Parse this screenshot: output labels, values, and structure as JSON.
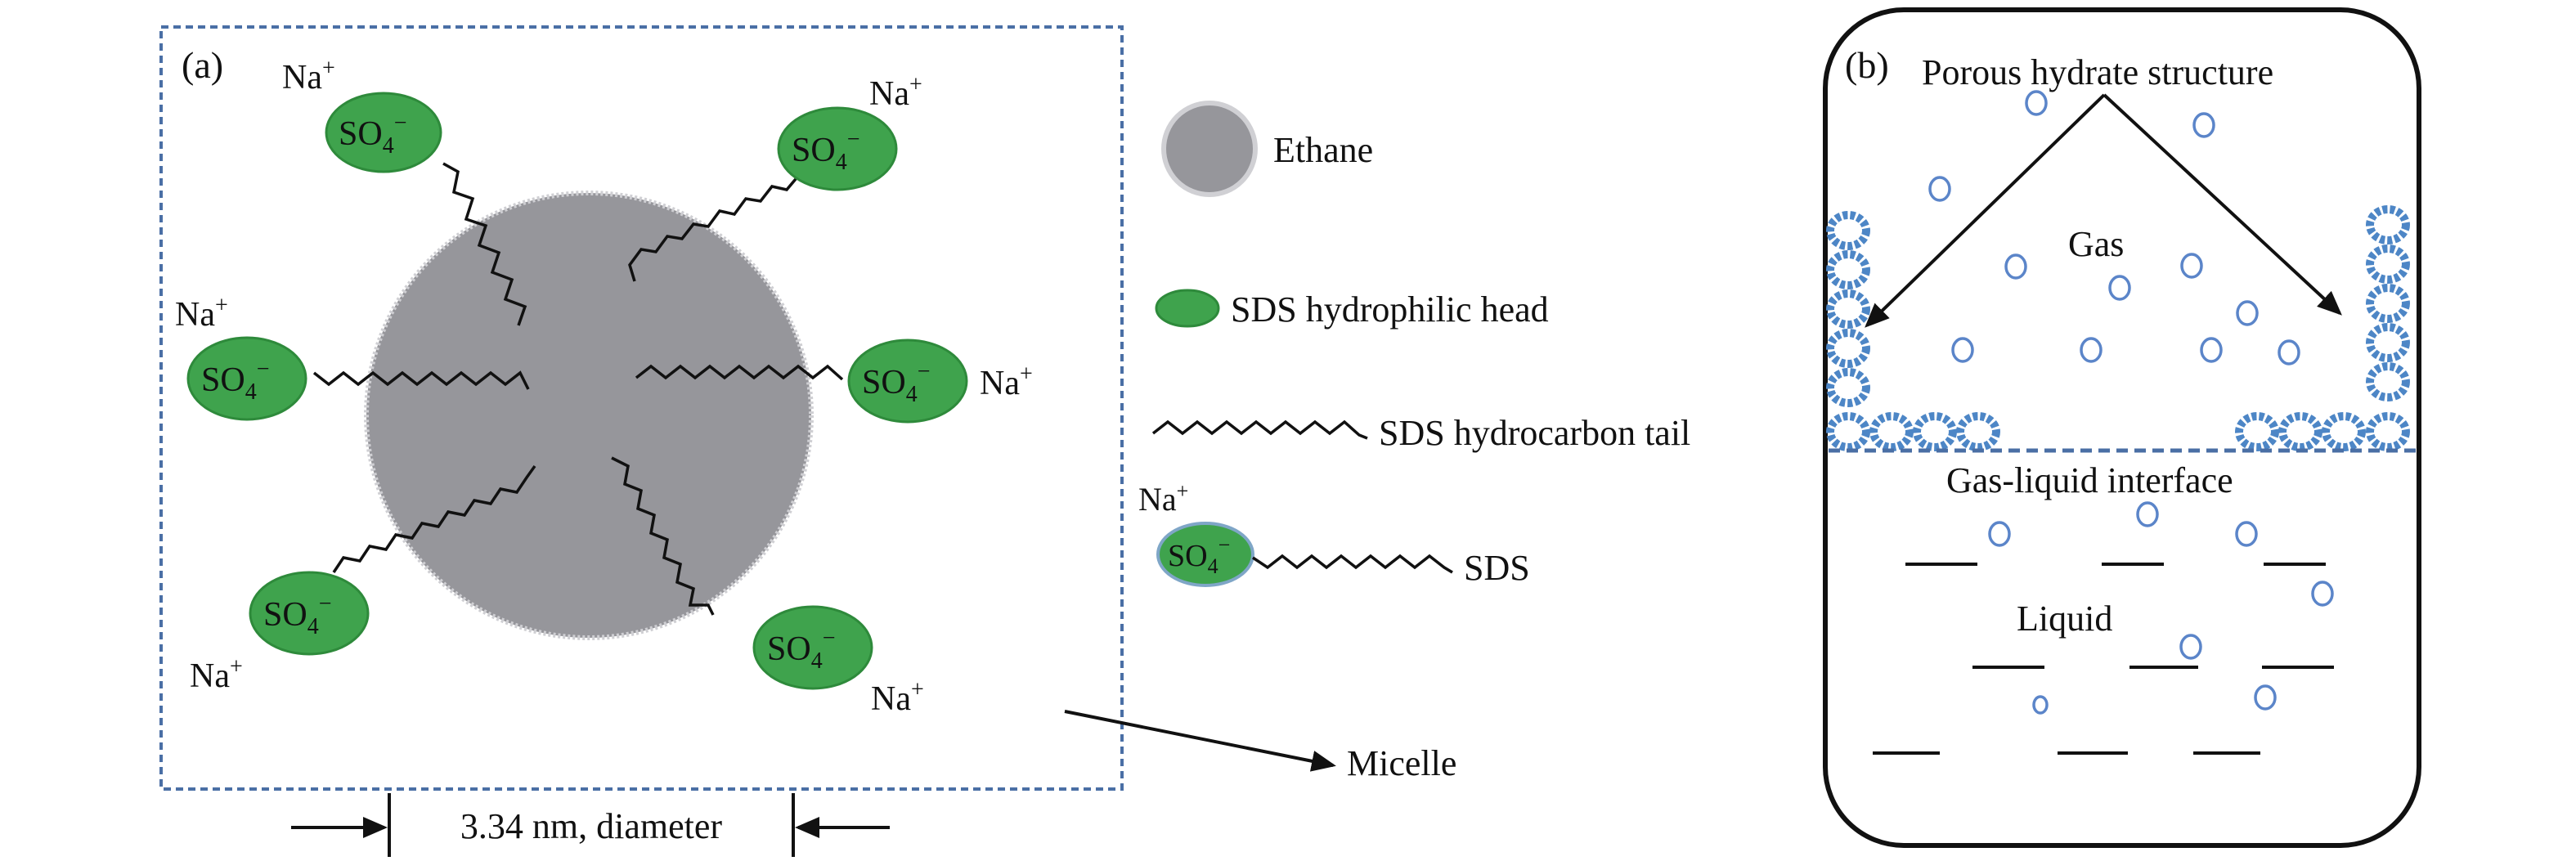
{
  "panel_a": {
    "label": "(a)",
    "ion": "Na",
    "ion_charge": "+",
    "head_formula": "SO",
    "head_subscript": "4",
    "head_charge": "−",
    "dimension_text": "3.34 nm, diameter",
    "micelle_label": "Micelle"
  },
  "legend": {
    "ethane": "Ethane",
    "sds_head": "SDS hydrophilic head",
    "sds_tail": "SDS hydrocarbon tail",
    "sds": "SDS"
  },
  "panel_b": {
    "label": "(b)",
    "porous": "Porous hydrate structure",
    "gas": "Gas",
    "interface": "Gas-liquid interface",
    "liquid": "Liquid"
  },
  "colors": {
    "head_green": "#3fa34d",
    "head_outline": "#2e8a3b",
    "ethane_gray": "#96969b",
    "frame_blue": "#4a6fa5",
    "bubble_blue": "#5b85c9",
    "ring_blue": "#4d86c6"
  }
}
